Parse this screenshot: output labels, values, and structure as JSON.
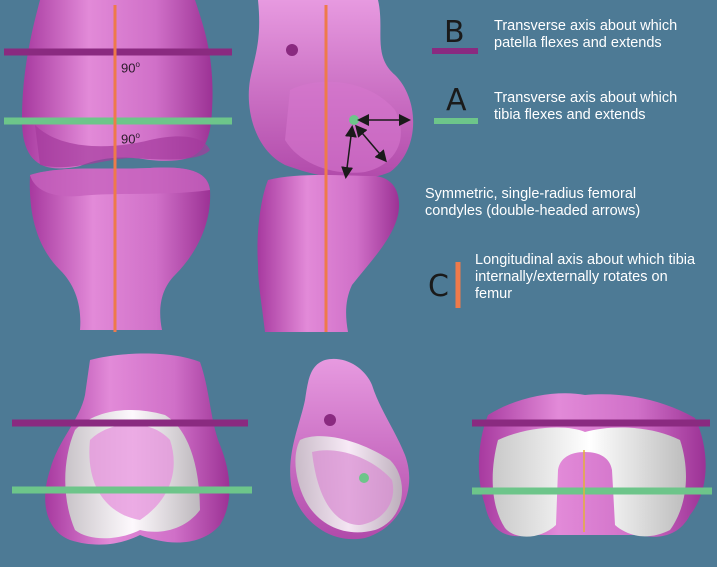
{
  "legend": {
    "b": {
      "letter": "B",
      "text": "Transverse axis about which patella flexes and extends"
    },
    "a": {
      "letter": "A",
      "text": "Transverse axis about which tibia flexes and extends"
    },
    "condyles": {
      "text": "Symmetric, single-radius femoral condyles (double-headed arrows)"
    },
    "c": {
      "letter": "C",
      "text": "Longitudinal axis about which tibia internally/externally rotates on femur"
    }
  },
  "angles": {
    "upper": {
      "value": "90",
      "unit": "o"
    },
    "lower": {
      "value": "90",
      "unit": "o"
    }
  },
  "colors": {
    "background": "#4d7a95",
    "bone": "#d873cf",
    "bone_shadow": "#a4369f",
    "patella_axis": "#8a2a80",
    "tibia_axis": "#6dc58a",
    "rotation_axis": "#ee7a4a",
    "implant": "#ececec"
  }
}
